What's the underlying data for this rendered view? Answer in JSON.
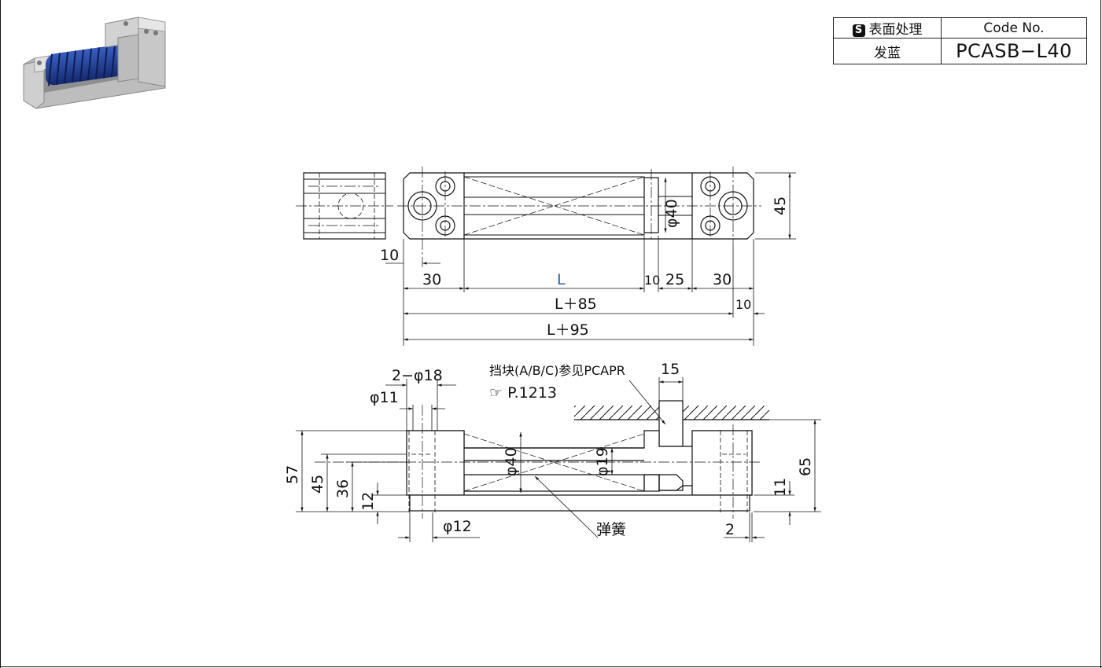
{
  "spec_table": {
    "finish_header": "表面处理",
    "finish_badge": "S",
    "code_header": "Code No.",
    "finish_value": "发蓝",
    "code_value": "PCASB−L40"
  },
  "top_view": {
    "dims": {
      "d10_left": "10",
      "d30_left": "30",
      "dL": "L",
      "d10_mid": "10",
      "d25": "25",
      "d30_right": "30",
      "dL85": "L＋85",
      "d10_right": "10",
      "dL95": "L＋95",
      "d45": "45",
      "phi40": "φ40"
    }
  },
  "side_view": {
    "dims": {
      "holes": "2−φ18",
      "phi11": "φ11",
      "phi12": "φ12",
      "d15": "15",
      "d57": "57",
      "d45": "45",
      "d36": "36",
      "d12": "12",
      "phi40": "φ40",
      "phi19": "φ19",
      "d65": "65",
      "d11": "11",
      "d2": "2"
    },
    "stopper_note_line1": "挡块(A/B/C)参见PCAPR",
    "stopper_note_line2": "☞ P.1213",
    "spring_label": "弹簧"
  },
  "colors": {
    "line": "#111111",
    "accent": "#1a5fb4",
    "spring": "#1f3a8a"
  }
}
